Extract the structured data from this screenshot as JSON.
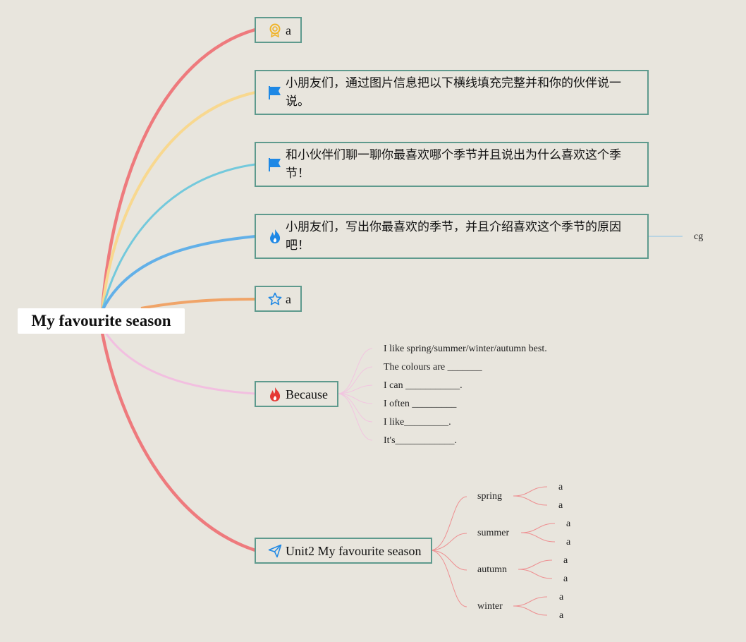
{
  "root": {
    "title": "My favourite season"
  },
  "branches": {
    "b1": {
      "label": "a",
      "icon": "award-medal-icon"
    },
    "b2": {
      "label": "小朋友们，通过图片信息把以下横线填充完整并和你的伙伴说一说。",
      "icon": "blue-flag-icon"
    },
    "b3": {
      "label": "和小伙伴们聊一聊你最喜欢哪个季节并且说出为什么喜欢这个季节！",
      "icon": "blue-flag-icon"
    },
    "b4": {
      "label": "小朋友们，写出你最喜欢的季节，并且介绍喜欢这个季节的原因吧！",
      "icon": "blue-flame-icon",
      "child": "cg"
    },
    "b5": {
      "label": "a",
      "icon": "star-outline-icon"
    },
    "b6": {
      "label": "Because",
      "icon": "red-flame-icon",
      "items": [
        "I like spring/summer/winter/autumn best.",
        "The colours are _______",
        "I can ___________.",
        "I often _________",
        "I like_________.",
        "It's____________."
      ]
    },
    "b7": {
      "label": "Unit2 My favourite season",
      "icon": "paper-plane-icon",
      "seasons": [
        {
          "name": "spring",
          "children": [
            "a",
            "a"
          ]
        },
        {
          "name": "summer",
          "children": [
            "a",
            "a"
          ]
        },
        {
          "name": "autumn",
          "children": [
            "a",
            "a"
          ]
        },
        {
          "name": "winter",
          "children": [
            "a",
            "a"
          ]
        }
      ]
    }
  },
  "colors": {
    "red": "#ee7a7d",
    "yellow": "#f8d88f",
    "cyan": "#73c9dc",
    "blue": "#62b0e8",
    "orange": "#f0a468",
    "pink": "#f2bfe0",
    "node_border": "#5e9a8d",
    "background": "#e8e5dd"
  }
}
